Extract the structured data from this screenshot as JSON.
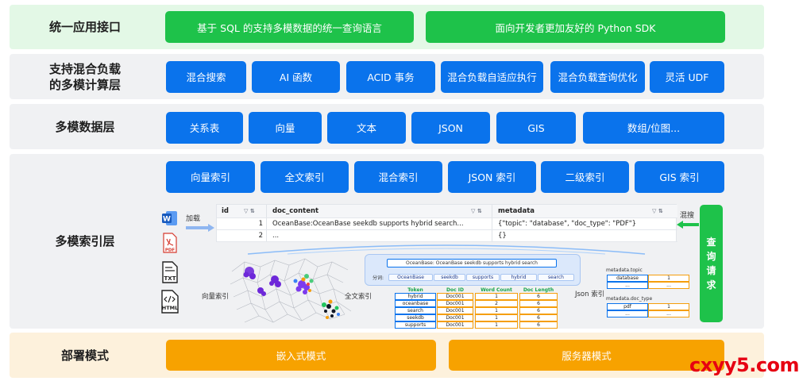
{
  "layers": {
    "interface": {
      "label": "统一应用接口",
      "items": [
        "基于 SQL 的支持多模数据的统一查询语言",
        "面向开发者更加友好的 Python SDK"
      ]
    },
    "compute": {
      "label": "支持混合负载\n的多模计算层",
      "items": [
        "混合搜索",
        "AI 函数",
        "ACID 事务",
        "混合负载自适应执行",
        "混合负载查询优化",
        "灵活 UDF"
      ]
    },
    "data": {
      "label": "多模数据层",
      "items": [
        "关系表",
        "向量",
        "文本",
        "JSON",
        "GIS",
        "数组/位图..."
      ]
    },
    "index": {
      "label": "多模索引层",
      "items": [
        "向量索引",
        "全文索引",
        "混合索引",
        "JSON 索引",
        "二级索引",
        "GIS 索引"
      ]
    },
    "deploy": {
      "label": "部署模式",
      "items": [
        "嵌入式模式",
        "服务器模式"
      ]
    }
  },
  "index_detail": {
    "load_label": "加载",
    "hybrid_search_label": "混搜",
    "query_request_label": "查\n询\n请\n求",
    "vector_index_label": "向量索引",
    "fulltext_index_label": "全文索引",
    "json_index_label": "Json 索引",
    "file_types": [
      "W",
      "PDF",
      "TXT",
      "HTML"
    ],
    "table": {
      "columns": [
        "id",
        "doc_content",
        "metadata"
      ],
      "rows": [
        {
          "id": "1",
          "doc_content": "OceanBase:OceanBase seekdb supports hybrid search...",
          "metadata": "{\"topic\": \"database\", \"doc_type\": \"PDF\"}"
        },
        {
          "id": "2",
          "doc_content": "...",
          "metadata": "{}"
        }
      ]
    },
    "fulltext": {
      "sentence": "OceanBase: OceanBase seekdb supports hybrid search",
      "tokenize_label": "分词:",
      "tokens": [
        "OceanBase",
        "seekdb",
        "supports",
        "hybrid",
        "search"
      ],
      "table_headers": [
        "Token",
        "Doc ID",
        "Word Count",
        "Doc Length"
      ],
      "table_rows": [
        [
          "hybrid",
          "Doc001",
          "1",
          "6"
        ],
        [
          "oceanbase",
          "Doc001",
          "2",
          "6"
        ],
        [
          "search",
          "Doc001",
          "1",
          "6"
        ],
        [
          "seekdb",
          "Doc001",
          "1",
          "6"
        ],
        [
          "supports",
          "Doc001",
          "1",
          "6"
        ]
      ]
    },
    "json_index": {
      "topic_label": "metadata.topic",
      "topic_rows": [
        [
          "database",
          "1"
        ],
        [
          "...",
          "..."
        ]
      ],
      "doctype_label": "metadata.doc_type",
      "doctype_rows": [
        [
          "pdf",
          "1"
        ],
        [
          "...",
          "..."
        ]
      ]
    }
  },
  "watermark": "cxyy5.com",
  "colors": {
    "green": "#1ec24a",
    "blue": "#0a73ec",
    "orange": "#f7a200",
    "band_gray": "#f0f1f3",
    "band_green": "#e3f8e6",
    "band_orange": "#fdf1dc",
    "watermark": "#e60012"
  }
}
